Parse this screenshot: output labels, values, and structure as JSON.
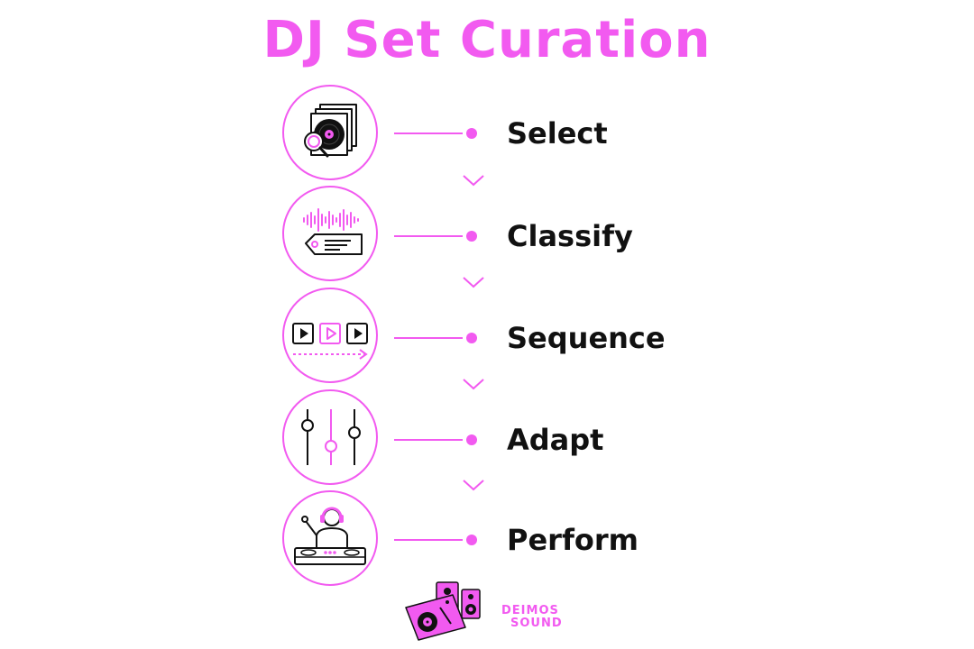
{
  "title": "DJ Set Curation",
  "colors": {
    "accent": "#f25af0",
    "ink": "#111111",
    "background": "#ffffff"
  },
  "steps": [
    {
      "label": "Select",
      "icon": "vinyl-record-search-icon"
    },
    {
      "label": "Classify",
      "icon": "waveform-tag-icon"
    },
    {
      "label": "Sequence",
      "icon": "play-sequence-icon"
    },
    {
      "label": "Adapt",
      "icon": "mixer-sliders-icon"
    },
    {
      "label": "Perform",
      "icon": "dj-at-turntables-icon"
    }
  ],
  "connector_icon": "chevron-down-icon",
  "brand": {
    "line1": "DEIMOS",
    "line2": "SOUND",
    "icon": "speakers-turntable-logo-icon"
  }
}
